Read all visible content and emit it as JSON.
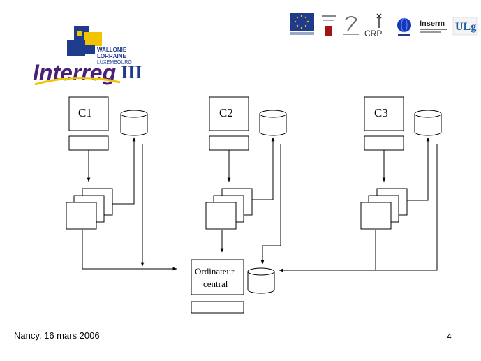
{
  "logo": {
    "line1": "WALLONIE",
    "line2": "LORRAINE",
    "line3": "LUXEMBOURG",
    "wordmark": "Interreg",
    "numeral": "III",
    "colors": {
      "blue": "#1f3c8c",
      "yellow": "#f2c300",
      "purple": "#4a1f78"
    }
  },
  "partners": {
    "crp": "CRP",
    "inserm": "Inserm",
    "ulg": "ULg"
  },
  "nodes": {
    "c1": "C1",
    "c2": "C2",
    "c3": "C3",
    "central_line1": "Ordinateur",
    "central_line2": "central"
  },
  "footer": {
    "location_date": "Nancy, 16 mars 2006",
    "page_number": "4"
  }
}
